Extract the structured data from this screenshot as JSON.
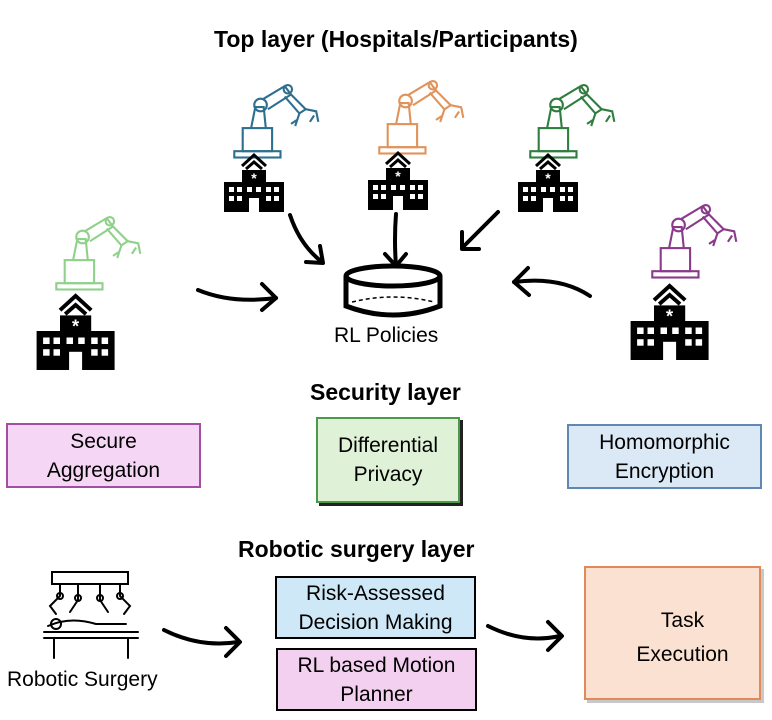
{
  "titles": {
    "top": "Top layer (Hospitals/Participants)",
    "security": "Security layer",
    "surgery": "Robotic surgery layer"
  },
  "hub": {
    "label": "RL Policies"
  },
  "participants": [
    {
      "icon": "robot-arm-icon",
      "color": "#2e6f8f"
    },
    {
      "icon": "robot-arm-icon",
      "color": "#e0935a"
    },
    {
      "icon": "robot-arm-icon",
      "color": "#2f7d3f"
    },
    {
      "icon": "robot-arm-icon",
      "color": "#8fd18a"
    },
    {
      "icon": "robot-arm-icon",
      "color": "#8a3a8a"
    }
  ],
  "security": {
    "secure_aggregation": {
      "line1": "Secure",
      "line2": "Aggregation",
      "fill": "#f5d6f5",
      "border": "#a24ea2"
    },
    "differential_privacy": {
      "line1": "Differential",
      "line2": "Privacy",
      "fill": "#dff2d8",
      "border": "#4a9a4a"
    },
    "homomorphic_encryption": {
      "line1": "Homomorphic",
      "line2": "Encryption",
      "fill": "#dbe8f5",
      "border": "#5f88b5"
    }
  },
  "surgery": {
    "robotic_surgery_label": "Robotic Surgery",
    "risk_assessed": {
      "line1": "Risk-Assessed",
      "line2": "Decision Making",
      "fill": "#cfe8f7"
    },
    "motion_planner": {
      "line1": "RL based Motion",
      "line2": "Planner",
      "fill": "#f3d0f0"
    },
    "task_execution": {
      "line1": "Task",
      "line2": "Execution",
      "fill": "#fbe1d2",
      "border": "#e08a5a"
    }
  }
}
